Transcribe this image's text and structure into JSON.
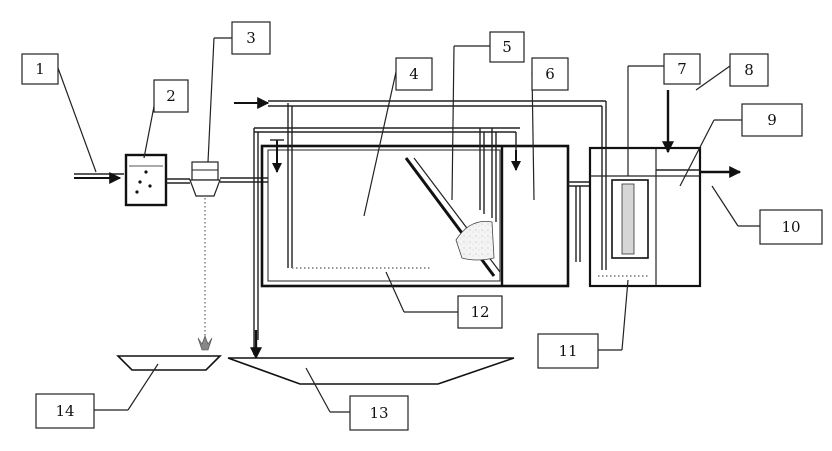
{
  "labels": {
    "l1": "1",
    "l2": "2",
    "l3": "3",
    "l4": "4",
    "l5": "5",
    "l6": "6",
    "l7": "7",
    "l8": "8",
    "l9": "9",
    "l10": "10",
    "l11": "11",
    "l12": "12",
    "l13": "13",
    "l14": "14"
  },
  "colors": {
    "ink": "#111111",
    "sludge": "#9a9a9a",
    "fill": "#e8e8e8"
  }
}
